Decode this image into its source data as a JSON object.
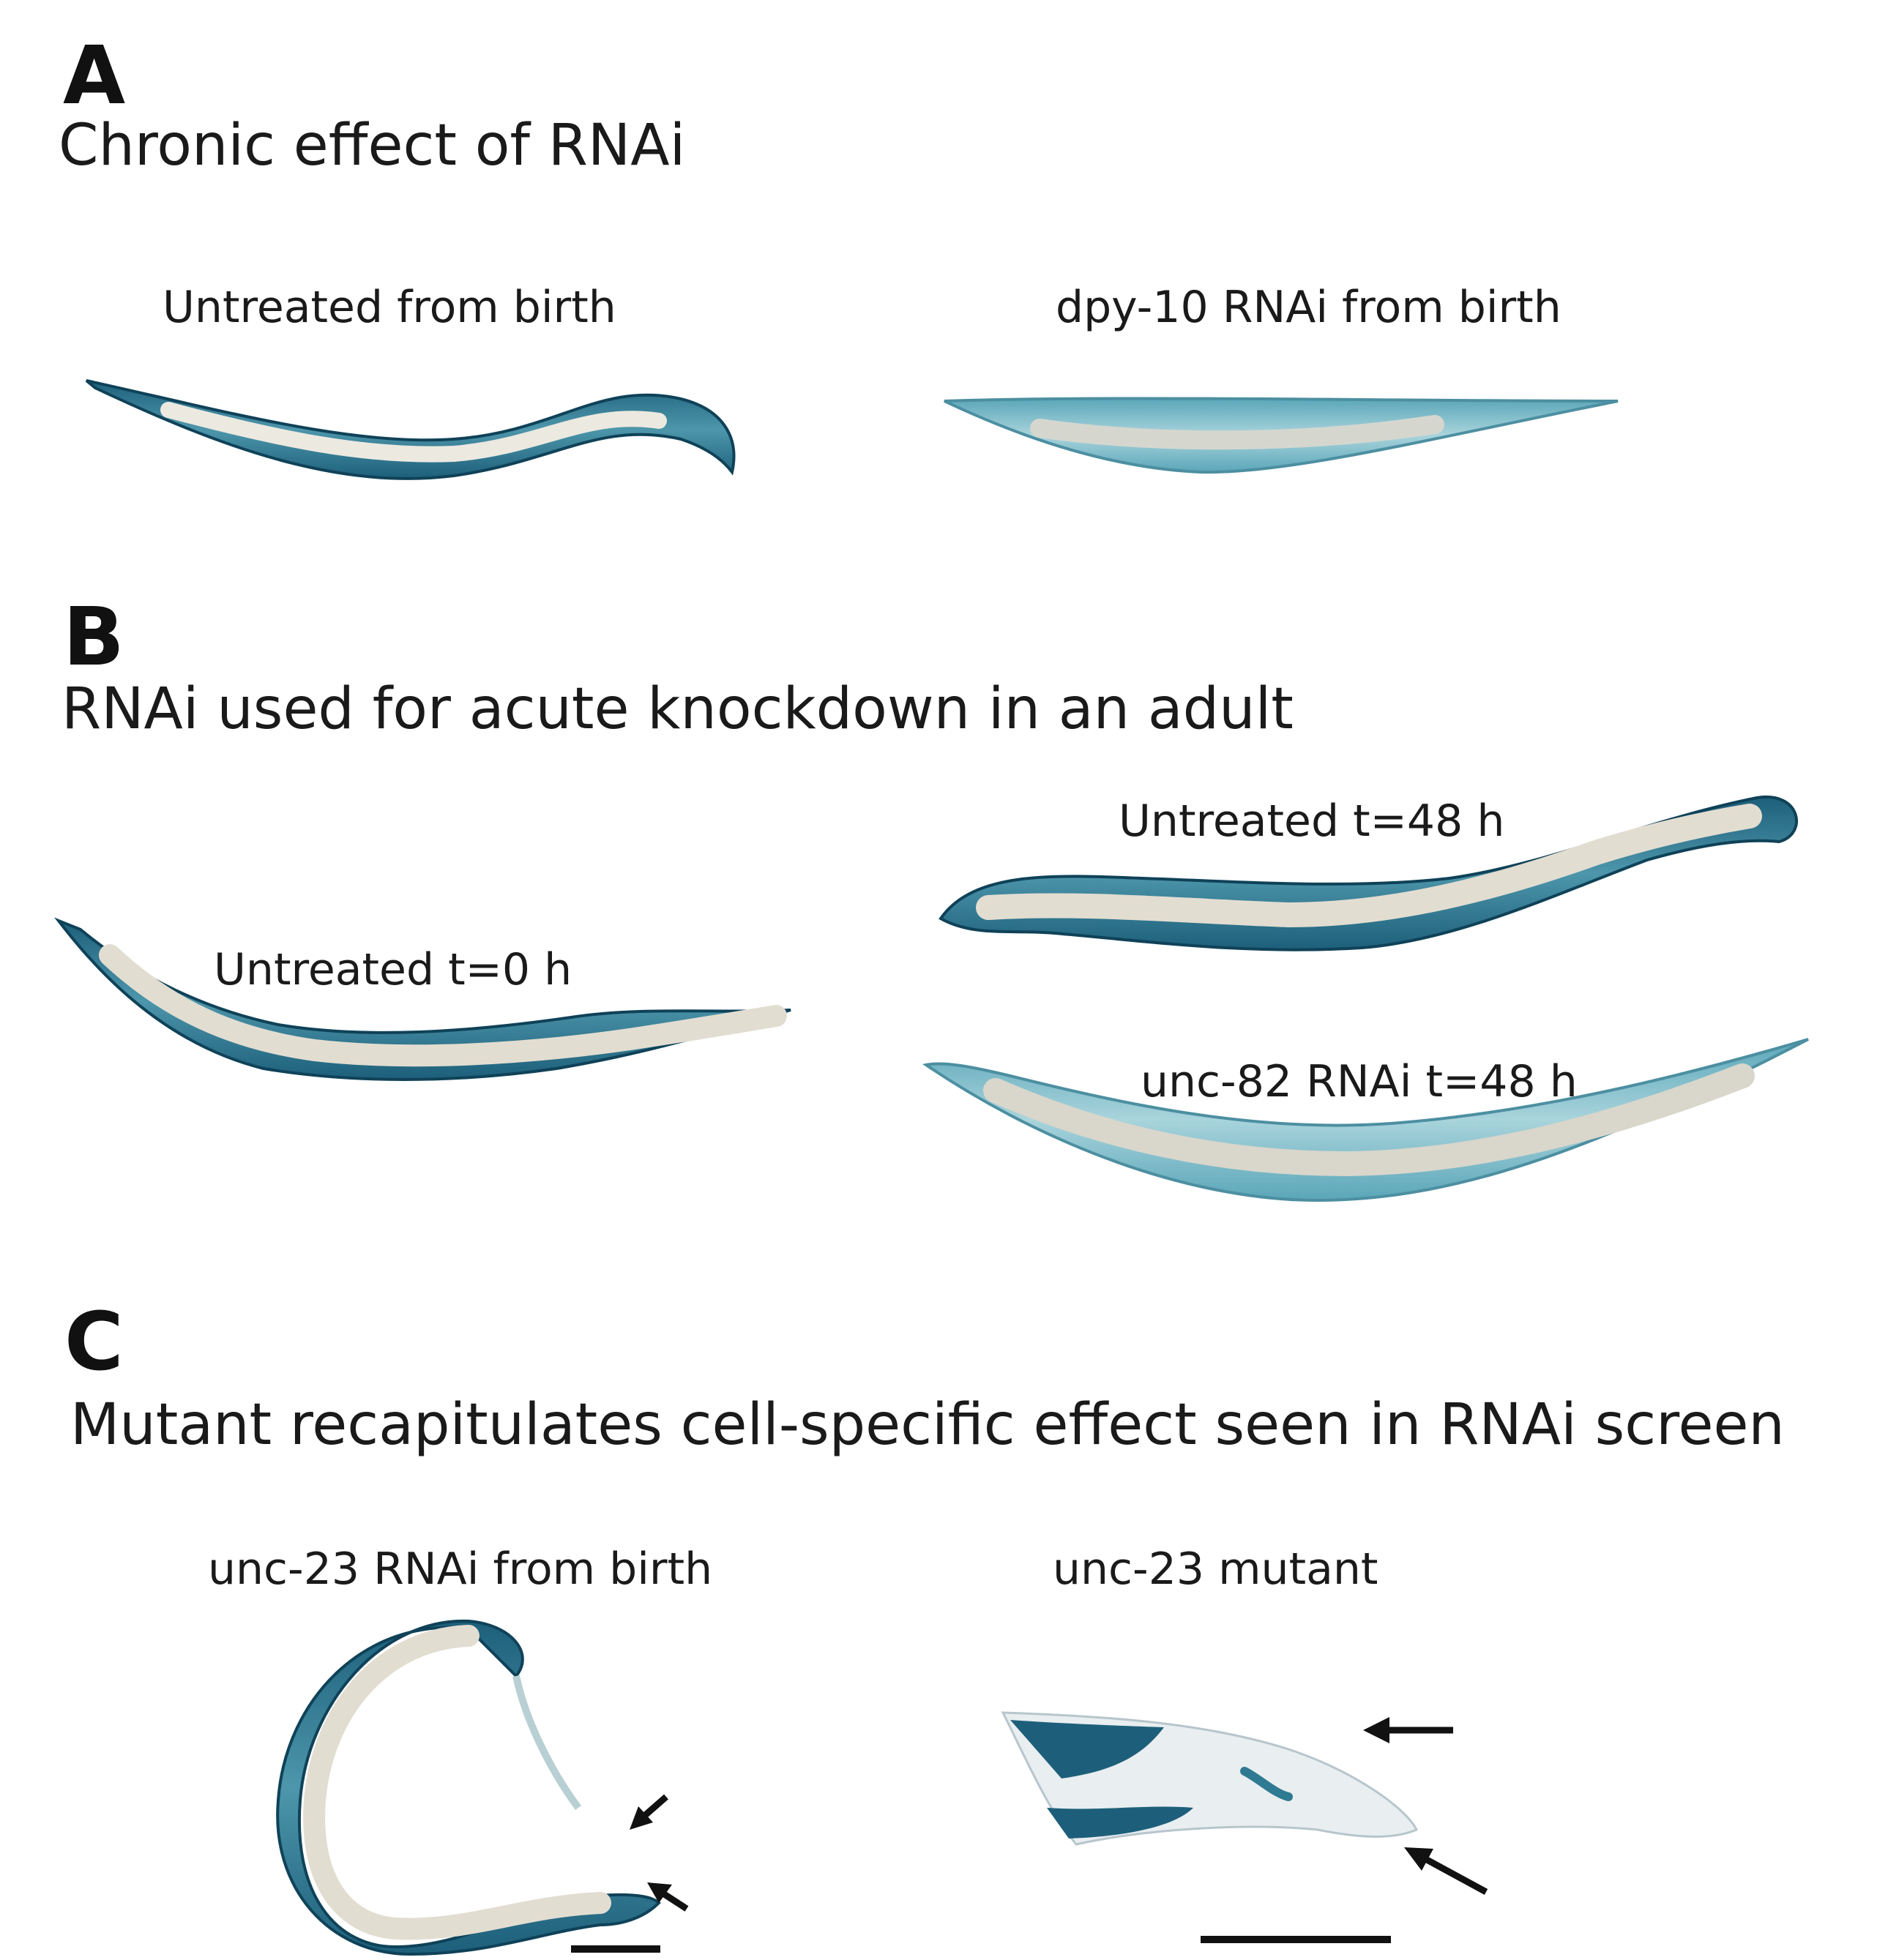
{
  "colors": {
    "stain_dark": "#1d5f7a",
    "stain_light": "#7fbcc9",
    "gut": "#ddd9cc",
    "arrow": "#111111"
  },
  "panels": [
    {
      "letter": "A",
      "title": "Chronic effect of RNAi",
      "captions": [
        "Untreated from birth",
        "dpy-10 RNAi from birth"
      ]
    },
    {
      "letter": "B",
      "title": "RNAi used for acute knockdown in an adult",
      "captions": [
        "Untreated t=48 h",
        "Untreated t=0 h",
        "unc-82 RNAi t=48 h"
      ]
    },
    {
      "letter": "C",
      "title": "Mutant recapitulates cell-specific effect seen in RNAi screen",
      "captions": [
        "unc-23 RNAi from birth",
        "unc-23 mutant"
      ]
    }
  ]
}
